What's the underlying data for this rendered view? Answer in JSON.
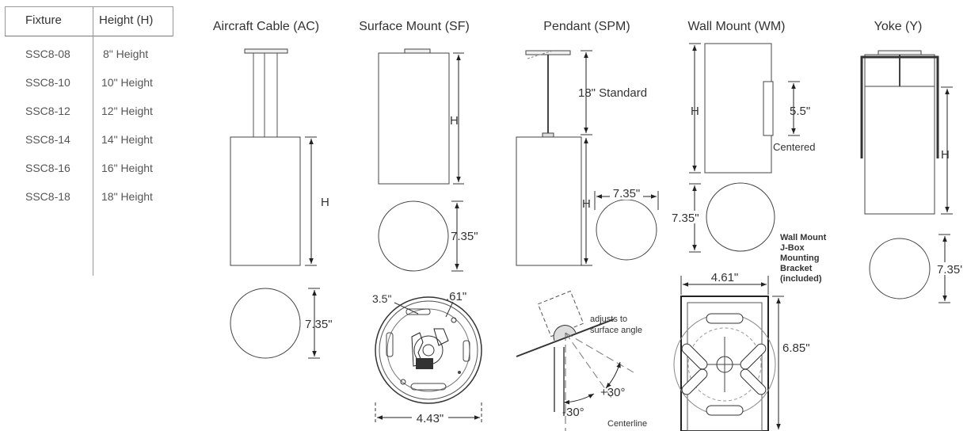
{
  "table": {
    "headers": {
      "fixture": "Fixture",
      "height": "Height (H)"
    },
    "rows": [
      {
        "fixture": "SSC8-08",
        "height": "8\" Height"
      },
      {
        "fixture": "SSC8-10",
        "height": "10\" Height"
      },
      {
        "fixture": "SSC8-12",
        "height": "12\" Height"
      },
      {
        "fixture": "SSC8-14",
        "height": "14\" Height"
      },
      {
        "fixture": "SSC8-16",
        "height": "16\" Height"
      },
      {
        "fixture": "SSC8-18",
        "height": "18\" Height"
      }
    ]
  },
  "aircraft_cable": {
    "title": "Aircraft Cable (AC)",
    "height_label": "H",
    "diameter_label": "7.35\""
  },
  "surface_mount": {
    "title": "Surface Mount (SF)",
    "height_label": "H",
    "diameter_label": "7.35\"",
    "plate_outer": "3.5\"",
    "plate_hole": ".61\"",
    "plate_width": "4.43\""
  },
  "pendant": {
    "title": "Pendant (SPM)",
    "stem_label": "18\" Standard",
    "height_label": "H",
    "diameter_label": "7.35\"",
    "adjust_note": [
      "adjusts to",
      "surface angle"
    ],
    "angle_plus": "+30°",
    "angle_minus": "-30°",
    "centerline": "Centerline"
  },
  "wall_mount": {
    "title": "Wall Mount (WM)",
    "height_label": "H",
    "plate_height": "5.5\"",
    "centered": "Centered",
    "diameter_label": "7.35\"",
    "bracket_note": [
      "Wall Mount",
      "J-Box",
      "Mounting",
      "Bracket",
      "(included)"
    ],
    "bracket_width": "4.61\"",
    "bracket_height": "6.85\""
  },
  "yoke": {
    "title": "Yoke (Y)",
    "height_label": "H",
    "diameter_label": "7.35'"
  }
}
